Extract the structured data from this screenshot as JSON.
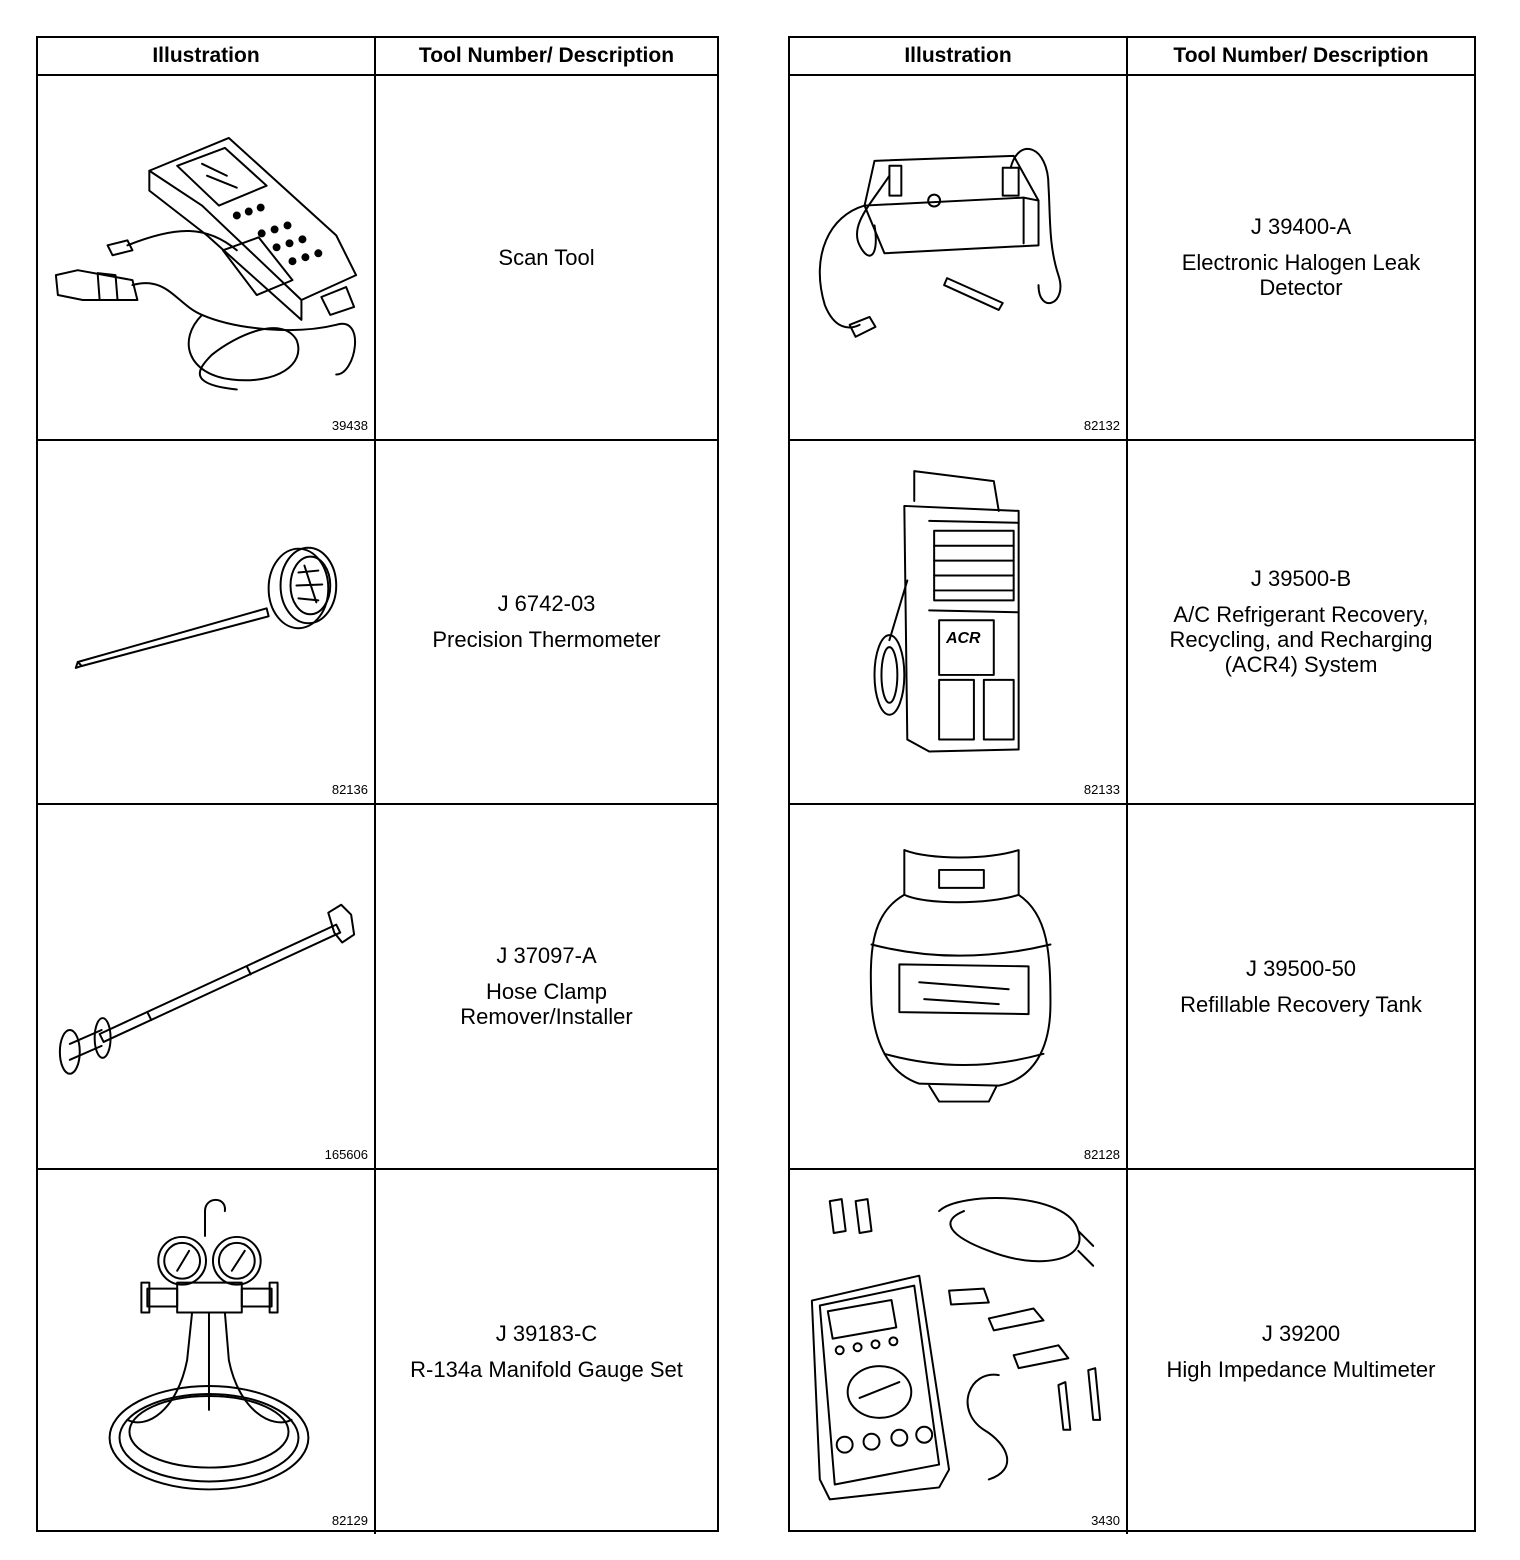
{
  "headers": {
    "illustration": "Illustration",
    "tool": "Tool Number/ Description"
  },
  "left": [
    {
      "fig": "39438",
      "number": "",
      "name": "Scan Tool",
      "icon": "scan-tool-icon"
    },
    {
      "fig": "82136",
      "number": "J 6742-03",
      "name": "Precision Thermometer",
      "icon": "thermometer-icon"
    },
    {
      "fig": "165606",
      "number": "J 37097-A",
      "name": "Hose Clamp\nRemover/Installer",
      "icon": "hose-clamp-tool-icon"
    },
    {
      "fig": "82129",
      "number": "J 39183-C",
      "name": "R-134a Manifold Gauge Set",
      "icon": "manifold-gauge-icon"
    }
  ],
  "right": [
    {
      "fig": "82132",
      "number": "J 39400-A",
      "name": "Electronic Halogen Leak\nDetector",
      "icon": "leak-detector-icon"
    },
    {
      "fig": "82133",
      "number": "J 39500-B",
      "name": "A/C Refrigerant Recovery,\nRecycling, and Recharging\n(ACR4) System",
      "icon": "acr4-station-icon"
    },
    {
      "fig": "82128",
      "number": "J 39500-50",
      "name": "Refillable Recovery Tank",
      "icon": "recovery-tank-icon"
    },
    {
      "fig": "3430",
      "number": "J 39200",
      "name": "High Impedance Multimeter",
      "icon": "multimeter-icon"
    }
  ],
  "logo_text": "ACR"
}
